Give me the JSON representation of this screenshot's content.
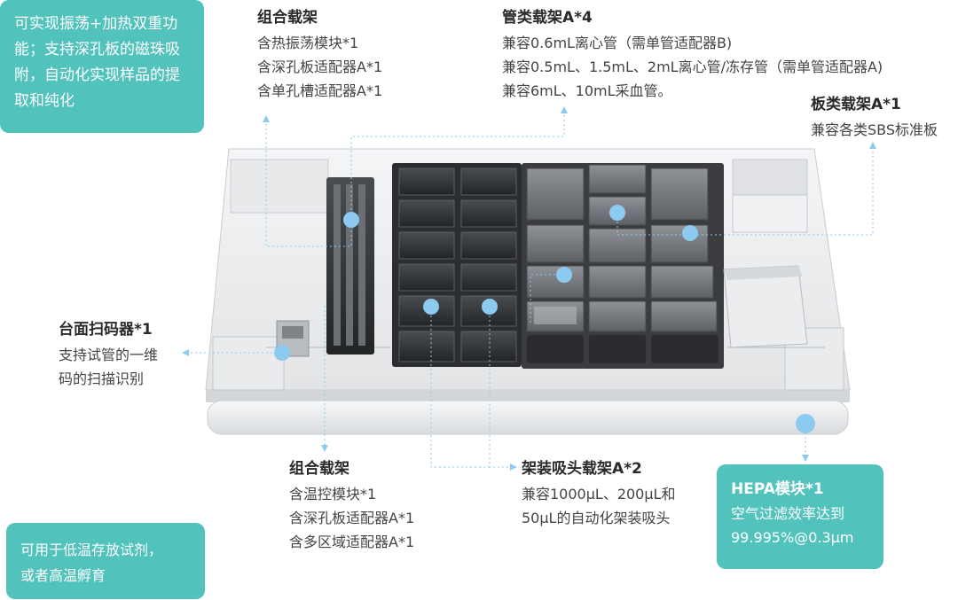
{
  "boxes": {
    "top_left": [
      "可实现振荡+加热双重功",
      "能；支持深孔板的磁珠吸",
      "附，自动化实现样品的提",
      "取和纯化"
    ],
    "bottom_left": [
      "可用于低温存放试剂，",
      "或者高温孵育"
    ],
    "hepa": {
      "title": "HEPA模块*1",
      "lines": [
        "空气过滤效率达到",
        "99.995%@0.3μm"
      ]
    }
  },
  "labels": {
    "combo_top": {
      "title": "组合载架",
      "lines": [
        "含热振荡模块*1",
        "含深孔板适配器A*1",
        "含单孔槽适配器A*1"
      ]
    },
    "tube_rack": {
      "title": "管类载架A*4",
      "lines": [
        "兼容0.6mL离心管（需单管适配器B)",
        "兼容0.5mL、1.5mL、2mL离心管/冻存管（需单管适配器A)",
        "兼容6mL、10mL采血管。"
      ]
    },
    "plate_rack": {
      "title": "板类载架A*1",
      "lines": [
        "兼容各类SBS标准板"
      ]
    },
    "scanner": {
      "title": "台面扫码器*1",
      "lines": [
        "支持试管的一维",
        "码的扫描识别"
      ]
    },
    "combo_bottom": {
      "title": "组合载架",
      "lines": [
        "含温控模块*1",
        "含深孔板适配器A*1",
        "含多区域适配器A*1"
      ]
    },
    "tip_rack": {
      "title": "架装吸头载架A*2",
      "lines": [
        "兼容1000μL、200μL和",
        "50μL的自动化架装吸头"
      ]
    }
  },
  "colors": {
    "teal": "#52c2bc",
    "marker": "#8ccaf0",
    "connector": "#8ccaf0"
  }
}
